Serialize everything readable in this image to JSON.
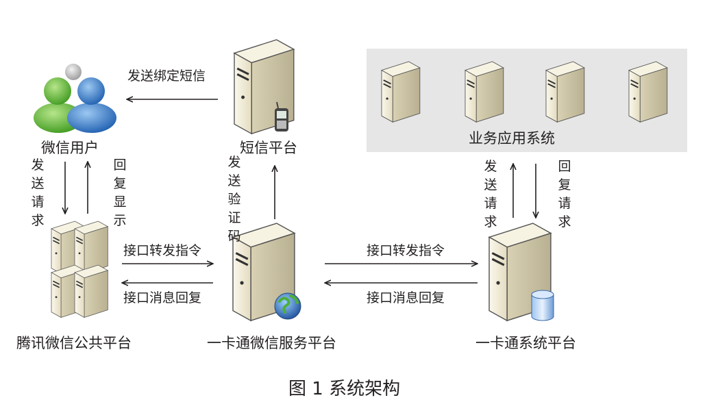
{
  "nodes": {
    "wechat_user": "微信用户",
    "sms_platform": "短信平台",
    "biz_system": "业务应用系统",
    "tencent_platform": "腾讯微信公共平台",
    "ykt_wechat_platform": "一卡通微信服务平台",
    "ykt_system_platform": "一卡通系统平台"
  },
  "edges": {
    "send_bind_sms": "发送绑定短信",
    "send_request_left": "发\n送\n请\n求",
    "reply_display": "回\n复\n显\n示",
    "send_verify_code": "发\n送\n验\n证\n码",
    "send_request_right": "发\n送\n请\n求",
    "reply_request": "回\n复\n请\n求",
    "iface_forward_left": "接口转发指令",
    "iface_reply_left": "接口消息回复",
    "iface_forward_right": "接口转发指令",
    "iface_reply_right": "接口消息回复"
  },
  "caption": "图 1  系统架构",
  "colors": {
    "arrow": "#231f20",
    "server_body": "#f2edd8",
    "panel_bg": "#e6e6e6",
    "user_green": "#6cbf3f",
    "user_blue": "#3a7fcf"
  }
}
